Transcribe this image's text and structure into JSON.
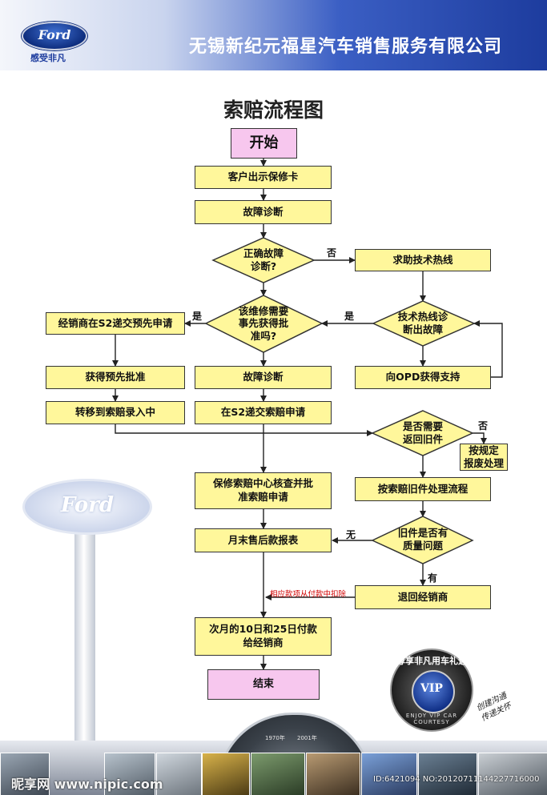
{
  "header": {
    "brand": "Ford",
    "slogan": "感受非凡",
    "company": "无锡新纪元福星汽车销售服务有限公司"
  },
  "title": "索赔流程图",
  "nodes": {
    "start": "开始",
    "show_card": "客户出示保修卡",
    "diagnose_1": "故障诊断",
    "correct_diag": "正确故障\n诊断?",
    "hotline": "求助技术热线",
    "need_preapproval": "该维修需要\n事先获得批\n准吗?",
    "hotline_diag": "技术热线诊\n断出故障",
    "dealer_submit": "经销商在S2递交预先申请",
    "get_preapproval": "获得预先批准",
    "diagnose_2": "故障诊断",
    "opd_support": "向OPD获得支持",
    "transfer_entry": "转移到索赔录入中",
    "s2_submit": "在S2递交索赔申请",
    "return_old_part": "是否需要\n返回旧件",
    "scrap": "按规定\n报废处理",
    "center_review": "保修索赔中心核查并批\n准索赔申请",
    "old_part_process": "按索赔旧件处理流程",
    "monthly_report": "月末售后款报表",
    "quality_issue": "旧件是否有\n质量问题",
    "return_dealer": "退回经销商",
    "payment": "次月的10日和25日付款\n给经销商",
    "end": "结束"
  },
  "edge_labels": {
    "no_1": "否",
    "yes_1": "是",
    "yes_2": "是",
    "no_2": "否",
    "none": "无",
    "has": "有",
    "deduct": "相应款项从付款中扣除"
  },
  "decor": {
    "sign_text": "Ford",
    "vip_ring": "尊享非凡用车礼遇",
    "vip_text": "VIP",
    "vip_tag": "ENJOY VIP CAR COURTESY",
    "handwriting": "创建沟通\n传递关怀",
    "gauge_year_1": "1970年",
    "gauge_year_2": "2001年",
    "watermark_left": "昵享网 www.nipic.com",
    "watermark_right": "ID:6421094 NO:20120711144227716000"
  },
  "colors": {
    "box_fill": "#fff79b",
    "terminal_fill": "#f7c7ee",
    "header_blue": "#1d3c9e",
    "deduct_red": "#d10000"
  }
}
